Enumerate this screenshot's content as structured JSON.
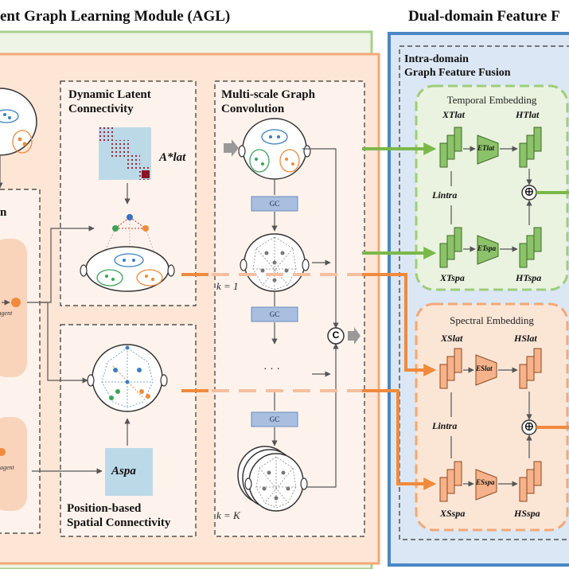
{
  "titles": {
    "left": "ent Graph Learning Module (AGL)",
    "right": "Dual-domain Feature F"
  },
  "intra_domain": {
    "line1": "Intra-domain",
    "line2": "Graph Feature Fusion"
  },
  "panels": {
    "dynamic_line1": "Dynamic Latent",
    "dynamic_line2": "Connectivity",
    "multiscale_line1": "Multi-scale Graph",
    "multiscale_line2": "Convolution",
    "position_line1": "Position-based",
    "position_line2": "Spatial Connectivity",
    "left_cut": "n"
  },
  "math": {
    "a_lat_star": "A*lat",
    "a_spa": "Aspa",
    "x_agent": "x̃agent",
    "agent": "agent",
    "k1": "k = 1",
    "kK": "k = K",
    "dots": "· · ·",
    "concat": "C",
    "gc": "GC",
    "plus": "⊕"
  },
  "temporal": {
    "label": "Temporal Embedding",
    "x_lat": "XTlat",
    "h_lat": "HTlat",
    "e_lat": "ETlat",
    "x_spa": "XTspa",
    "h_spa": "HTspa",
    "e_spa": "ETspa",
    "l_intra": "Lintra"
  },
  "spectral": {
    "label": "Spectral Embedding",
    "x_lat": "XSlat",
    "h_lat": "HSlat",
    "e_lat": "ESlat",
    "x_spa": "XSspa",
    "h_spa": "HSspa",
    "e_spa": "ESspa",
    "l_intra": "Lintra"
  },
  "colors": {
    "orange": "#f08a3c",
    "green": "#7bb84a",
    "blue": "#3a7fc1",
    "peach_bg": "#fde6d6",
    "light_blue_bg": "#dbe7f4",
    "gc_box": "#a9bfe0"
  }
}
